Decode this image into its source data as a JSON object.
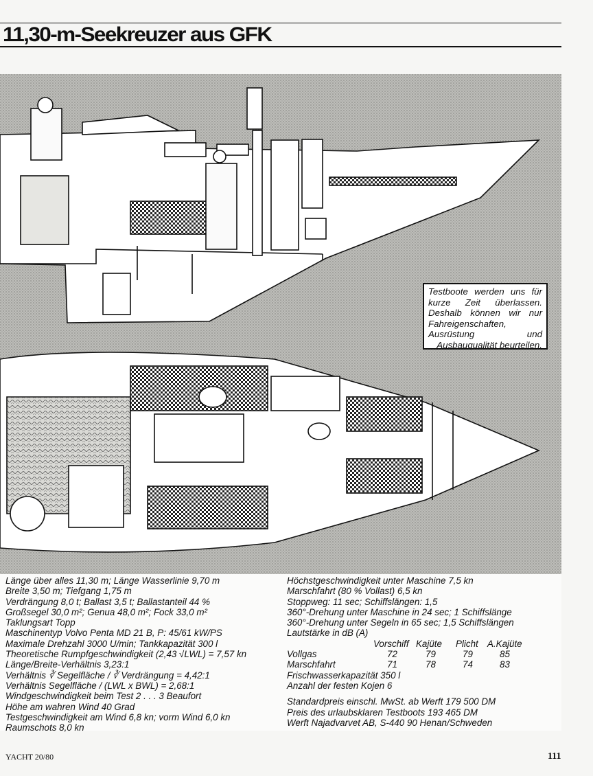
{
  "title": "11,30-m-Seekreuzer aus GFK",
  "notice": "Testboote werden uns für kurze Zeit überlassen. Deshalb können wir nur Fahreigenschaften, Ausrüstung und Ausbauqualität beurteilen.",
  "specs_left": [
    "Länge über alles 11,30 m; Länge Wasserlinie 9,70 m",
    "Breite 3,50 m; Tiefgang 1,75 m",
    "Verdrängung 8,0 t; Ballast 3,5 t; Ballastanteil 44 %",
    "Großsegel 30,0 m²; Genua 48,0 m²; Fock 33,0 m²",
    "Taklungsart Topp",
    "Maschinentyp Volvo Penta MD 21 B, P: 45/61 kW/PS",
    "Maximale Drehzahl 3000 U/min; Tankkapazität 300 l",
    "Theoretische Rumpfgeschwindigkeit (2,43 √LWL) = 7,57 kn",
    "Länge/Breite-Verhältnis 3,23:1",
    "Verhältnis ∛ Segelfläche / ∛ Verdrängung = 4,42:1",
    "Verhältnis Segelfläche / (LWL x BWL) = 2,68:1",
    "Windgeschwindigkeit beim Test 2 . . . 3 Beaufort",
    "Höhe am wahren Wind 40 Grad",
    "Testgeschwindigkeit am Wind 6,8 kn; vorm Wind 6,0 kn",
    "Raumschots 8,0 kn"
  ],
  "specs_right_top": [
    "Höchstgeschwindigkeit unter Maschine 7,5 kn",
    "Marschfahrt (80 % Vollast) 6,5 kn",
    "Stoppweg: 11 sec; Schiffslängen: 1,5",
    "360°-Drehung unter Maschine in 24 sec; 1 Schiffslänge",
    "360°-Drehung unter Segeln in 65 sec; 1,5 Schiffslängen",
    "Lautstärke in dB (A)"
  ],
  "noise_table": {
    "headers": [
      "Vorschiff",
      "Kajüte",
      "Plicht",
      "A.Kajüte"
    ],
    "rows": [
      {
        "label": "Vollgas",
        "values": [
          "72",
          "79",
          "79",
          "85"
        ]
      },
      {
        "label": "Marschfahrt",
        "values": [
          "71",
          "78",
          "74",
          "83"
        ]
      }
    ]
  },
  "specs_right_bottom": [
    "Frischwasserkapazität 350 l",
    "Anzahl der festen Kojen 6"
  ],
  "prices": [
    "Standardpreis einschl. MwSt. ab Werft 179 500 DM",
    "Preis des urlaubsklaren Testboots 193 465 DM",
    "Werft Najadvarvet AB, S-440 90 Henan/Schweden"
  ],
  "footer": {
    "magazine": "YACHT 20/80",
    "page": "111"
  },
  "colors": {
    "ink": "#111111",
    "halftone": "#a9a9a6",
    "paper": "#f6f6f4"
  }
}
